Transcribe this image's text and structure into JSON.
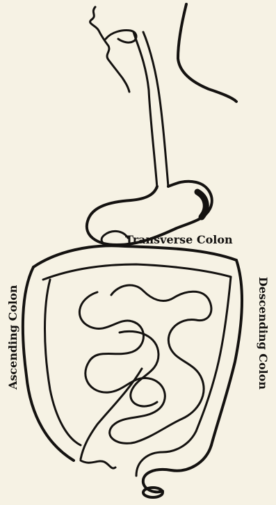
{
  "labels": {
    "transverse": "Transverse Colon",
    "descending": "Descending Colon",
    "ascending": "Ascending Colon"
  },
  "colors": {
    "ink": "#141210",
    "paper": "#f6f2e4"
  }
}
